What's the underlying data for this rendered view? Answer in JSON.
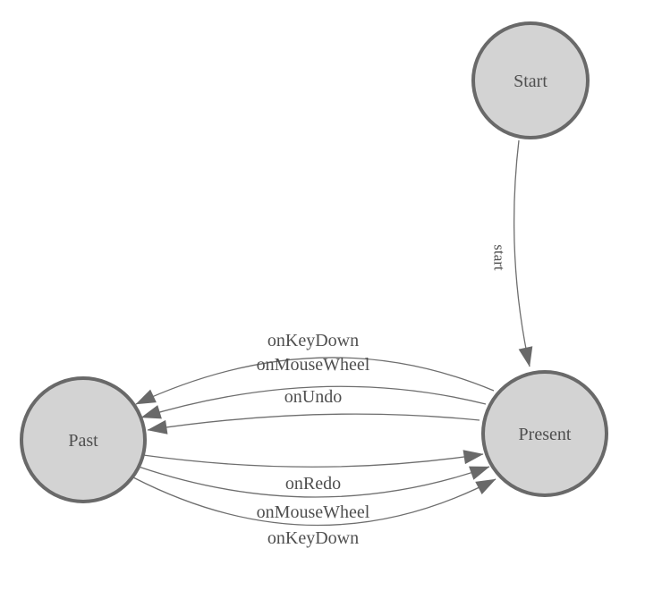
{
  "diagram": {
    "type": "state-machine",
    "background": "#ffffff",
    "colors": {
      "node_fill": "#d3d3d3",
      "node_stroke": "#696969",
      "edge_stroke": "#6e6e6e",
      "arrow_fill": "#696969",
      "label_text": "#4f4f4f"
    },
    "nodes": [
      {
        "id": "start",
        "label": "Start"
      },
      {
        "id": "present",
        "label": "Present"
      },
      {
        "id": "past",
        "label": "Past"
      }
    ],
    "edges": [
      {
        "from": "start",
        "to": "present",
        "label": "start"
      },
      {
        "from": "present",
        "to": "past",
        "label": "onKeyDown"
      },
      {
        "from": "present",
        "to": "past",
        "label": "onMouseWheel"
      },
      {
        "from": "present",
        "to": "past",
        "label": "onUndo"
      },
      {
        "from": "past",
        "to": "present",
        "label": "onRedo"
      },
      {
        "from": "past",
        "to": "present",
        "label": "onMouseWheel"
      },
      {
        "from": "past",
        "to": "present",
        "label": "onKeyDown"
      }
    ]
  }
}
